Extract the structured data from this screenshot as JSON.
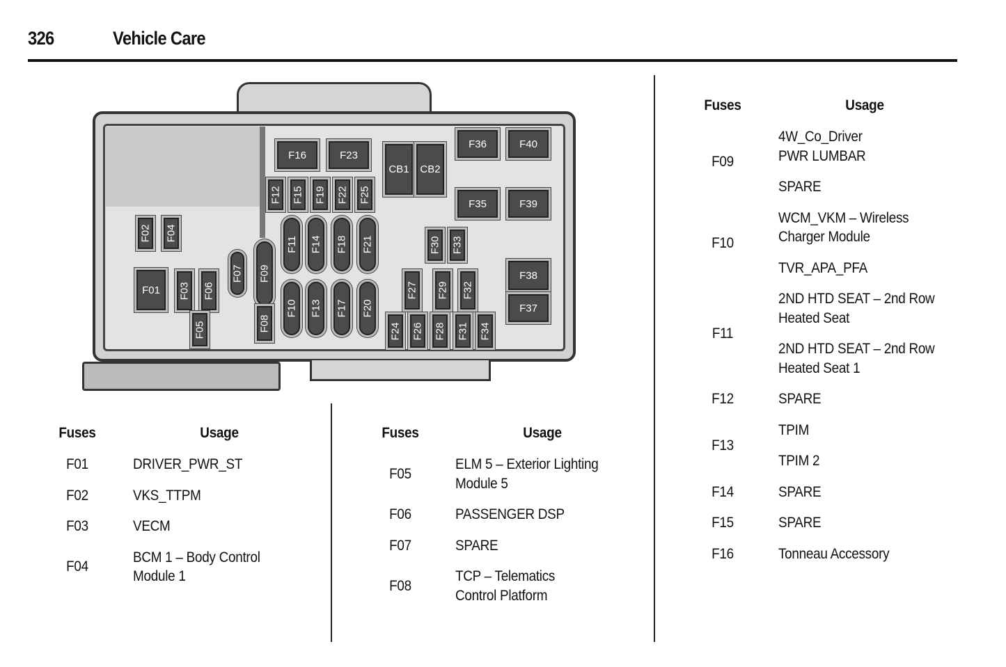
{
  "header": {
    "page_number": "326",
    "section_title": "Vehicle Care"
  },
  "diagram": {
    "labels": {
      "F01": "F01",
      "F02": "F02",
      "F03": "F03",
      "F04": "F04",
      "F05": "F05",
      "F06": "F06",
      "F07": "F07",
      "F08": "F08",
      "F09": "F09",
      "F10": "F10",
      "F11": "F11",
      "F12": "F12",
      "F13": "F13",
      "F14": "F14",
      "F15": "F15",
      "F16": "F16",
      "F17": "F17",
      "F18": "F18",
      "F19": "F19",
      "F20": "F20",
      "F21": "F21",
      "F22": "F22",
      "F23": "F23",
      "F24": "F24",
      "F25": "F25",
      "F26": "F26",
      "F27": "F27",
      "F28": "F28",
      "F29": "F29",
      "F30": "F30",
      "F31": "F31",
      "F32": "F32",
      "F33": "F33",
      "F34": "F34",
      "F35": "F35",
      "F36": "F36",
      "F37": "F37",
      "F38": "F38",
      "F39": "F39",
      "F40": "F40",
      "CB1": "CB1",
      "CB2": "CB2"
    }
  },
  "tables": [
    {
      "fuses_header": "Fuses",
      "usage_header": "Usage",
      "rows": [
        {
          "fuse": "F01",
          "usage": [
            [
              "DRIVER_PWR_ST"
            ]
          ]
        },
        {
          "fuse": "F02",
          "usage": [
            [
              "VKS_TTPM"
            ]
          ]
        },
        {
          "fuse": "F03",
          "usage": [
            [
              "VECM"
            ]
          ]
        },
        {
          "fuse": "F04",
          "usage": [
            [
              "BCM 1 – Body Control",
              "Module 1"
            ]
          ]
        }
      ]
    },
    {
      "fuses_header": "Fuses",
      "usage_header": "Usage",
      "rows": [
        {
          "fuse": "F05",
          "usage": [
            [
              "ELM 5 – Exterior Lighting",
              "Module 5"
            ]
          ]
        },
        {
          "fuse": "F06",
          "usage": [
            [
              "PASSENGER DSP"
            ]
          ]
        },
        {
          "fuse": "F07",
          "usage": [
            [
              "SPARE"
            ]
          ]
        },
        {
          "fuse": "F08",
          "usage": [
            [
              "TCP – Telematics",
              "Control Platform"
            ]
          ]
        }
      ]
    },
    {
      "fuses_header": "Fuses",
      "usage_header": "Usage",
      "rows": [
        {
          "fuse": "F09",
          "usage": [
            [
              "4W_Co_Driver",
              "PWR LUMBAR"
            ],
            [
              "SPARE"
            ]
          ]
        },
        {
          "fuse": "F10",
          "usage": [
            [
              "WCM_VKM – Wireless",
              "Charger Module"
            ],
            [
              "TVR_APA_PFA"
            ]
          ]
        },
        {
          "fuse": "F11",
          "usage": [
            [
              "2ND HTD SEAT – 2nd Row",
              "Heated Seat"
            ],
            [
              "2ND HTD SEAT – 2nd Row",
              "Heated Seat 1"
            ]
          ]
        },
        {
          "fuse": "F12",
          "usage": [
            [
              "SPARE"
            ]
          ]
        },
        {
          "fuse": "F13",
          "usage": [
            [
              "TPIM"
            ],
            [
              "TPIM 2"
            ]
          ]
        },
        {
          "fuse": "F14",
          "usage": [
            [
              "SPARE"
            ]
          ]
        },
        {
          "fuse": "F15",
          "usage": [
            [
              "SPARE"
            ]
          ]
        },
        {
          "fuse": "F16",
          "usage": [
            [
              "Tonneau Accessory"
            ]
          ]
        }
      ]
    }
  ]
}
